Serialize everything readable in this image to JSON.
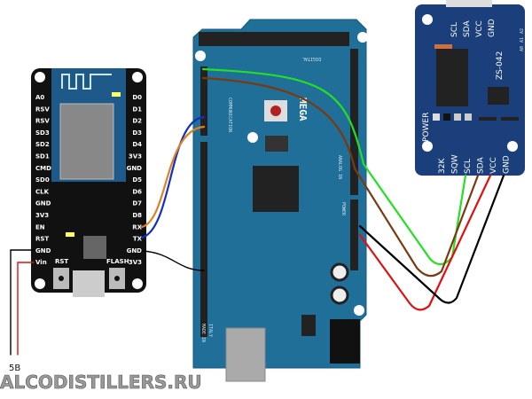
{
  "esp": {
    "left_pins": [
      "A0",
      "RSV",
      "RSV",
      "SD3",
      "SD2",
      "SD1",
      "CMD",
      "SD0",
      "CLK",
      "GND",
      "3V3",
      "EN",
      "RST",
      "GND",
      "Vin"
    ],
    "right_pins": [
      "D0",
      "D1",
      "D2",
      "D3",
      "D4",
      "3V3",
      "GND",
      "D5",
      "D6",
      "D7",
      "D8",
      "RX",
      "TX",
      "GND",
      "3V3"
    ],
    "rst_label": "RST",
    "flash_label": "FLASH"
  },
  "rtc": {
    "top_pins": [
      "SCL",
      "SDA",
      "VCC",
      "GND"
    ],
    "addr_labels": [
      "A0",
      "A1",
      "A2"
    ],
    "model": "ZS-042",
    "power_label": "POWER",
    "bottom_pins": [
      "32K",
      "SQW",
      "SCL",
      "SDA",
      "VCC",
      "GND"
    ]
  },
  "mega": {
    "name": "MEGA",
    "communication": "COMMUNICATION",
    "digital": "DIGITAL",
    "analog": "ANALOG IN",
    "power": "POWER",
    "made_in": "MADE IN",
    "italy": "ITALY"
  },
  "supply_label": "5В",
  "watermark": "ALCODISTILLERS.RU",
  "colors": {
    "board_blue": "#1f6f98",
    "esp_black": "#111111",
    "rtc_blue": "#1b3f7a",
    "green": "#22e022",
    "brown": "#7a3a10",
    "red": "#e01010",
    "black": "#000000",
    "blue": "#1030c0",
    "orange": "#e08020"
  }
}
